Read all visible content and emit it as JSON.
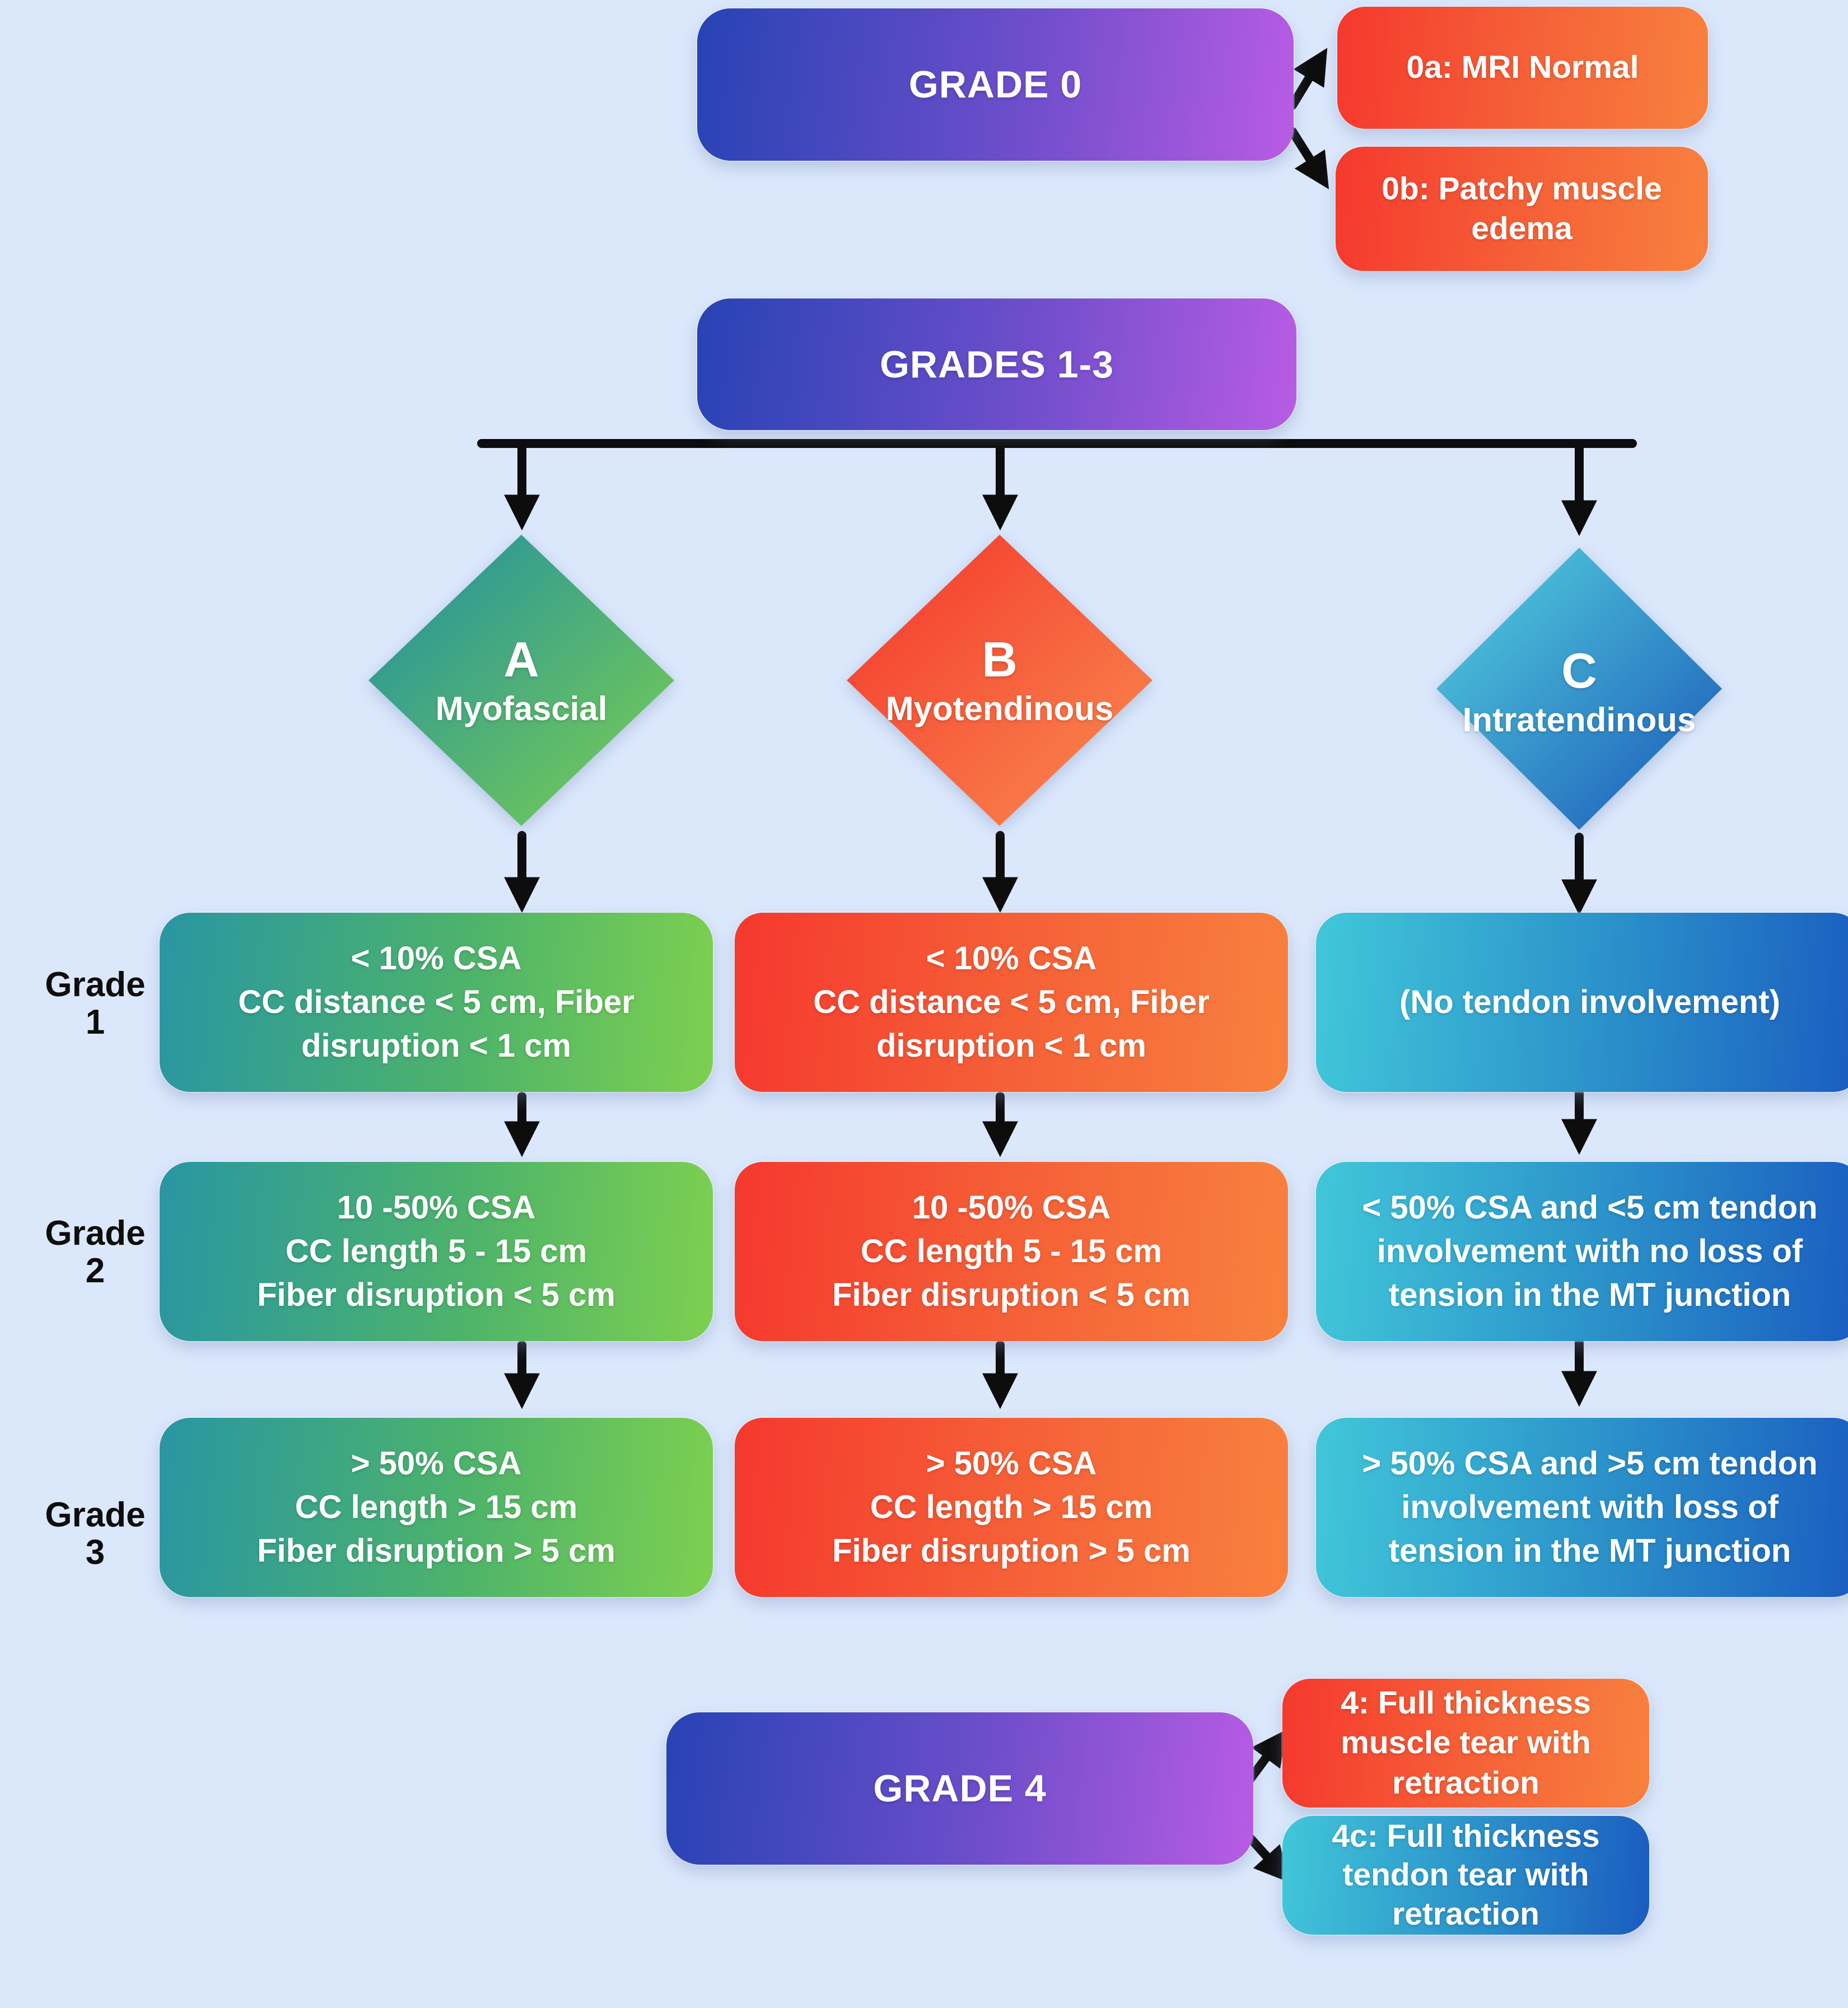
{
  "title_boxes": {
    "grade0": {
      "label": "GRADE 0"
    },
    "grades13": {
      "label": "GRADES 1-3"
    },
    "grade4": {
      "label": "GRADE 4"
    }
  },
  "grade0_outcomes": [
    {
      "id": "0a",
      "text": "0a: MRI Normal"
    },
    {
      "id": "0b",
      "text": "0b: Patchy muscle\nedema"
    }
  ],
  "branches": [
    {
      "letter": "A",
      "name": "Myofascial"
    },
    {
      "letter": "B",
      "name": "Myotendinous"
    },
    {
      "letter": "C",
      "name": "Intratendinous"
    }
  ],
  "rows": [
    {
      "side_label": "Grade\n1",
      "myofascial": "< 10% CSA\nCC distance < 5 cm, Fiber\ndisruption < 1 cm",
      "myotendinous": "< 10% CSA\nCC distance < 5 cm, Fiber\ndisruption < 1 cm",
      "intratendinous": "(No tendon involvement)"
    },
    {
      "side_label": "Grade\n2",
      "myofascial": "10 -50% CSA\nCC length 5 - 15 cm\nFiber disruption < 5 cm",
      "myotendinous": "10 -50% CSA\nCC length 5 - 15 cm\nFiber disruption < 5 cm",
      "intratendinous": "< 50% CSA and <5 cm tendon\ninvolvement with no loss of\ntension in the MT junction"
    },
    {
      "side_label": "Grade\n3",
      "myofascial": "> 50% CSA\nCC length > 15 cm\nFiber disruption > 5 cm",
      "myotendinous": "> 50% CSA\nCC length > 15 cm\nFiber disruption > 5 cm",
      "intratendinous": "> 50% CSA and >5 cm tendon\ninvolvement with loss of\ntension in the MT junction"
    }
  ],
  "grade4_outcomes": [
    {
      "id": "4",
      "text": "4: Full thickness\nmuscle tear with\nretraction"
    },
    {
      "id": "4c",
      "text": "4c: Full thickness\ntendon tear with\nretraction"
    }
  ],
  "palette": {
    "background": "#dbe8fc",
    "title_gradient_start": "#2743b4",
    "title_gradient_end": "#b85ce4",
    "red_gradient_start": "#f5382e",
    "red_gradient_end": "#f8813f",
    "green_gradient_start": "#2996a2",
    "green_gradient_end": "#7dd04f",
    "cyan_gradient_start": "#41c7d9",
    "cyan_gradient_end": "#1a5cc0",
    "arrow_color": "#0d0d0d",
    "box_text_color": "#ffffff",
    "side_label_color": "#0d0d0d"
  }
}
